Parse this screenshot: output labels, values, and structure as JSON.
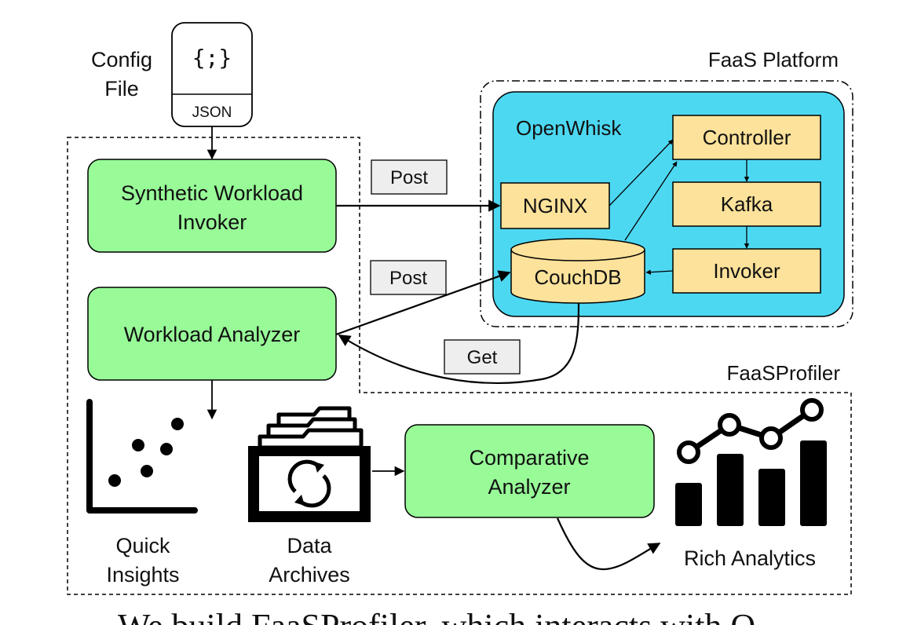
{
  "config_file": {
    "label_line1": "Config",
    "label_line2": "File",
    "icon_text": "{;}",
    "format": "JSON"
  },
  "faas_platform": {
    "label": "FaaS Platform",
    "openwhisk_label": "OpenWhisk",
    "components": {
      "nginx": "NGINX",
      "controller": "Controller",
      "kafka": "Kafka",
      "invoker": "Invoker",
      "couchdb": "CouchDB"
    }
  },
  "faasprofiler": {
    "label": "FaaSProfiler",
    "synthetic_invoker_line1": "Synthetic Workload",
    "synthetic_invoker_line2": "Invoker",
    "workload_analyzer": "Workload Analyzer",
    "comparative_line1": "Comparative",
    "comparative_line2": "Analyzer",
    "quick_insights_line1": "Quick",
    "quick_insights_line2": "Insights",
    "data_archives_line1": "Data",
    "data_archives_line2": "Archives",
    "rich_analytics": "Rich Analytics"
  },
  "edge_labels": {
    "post_1": "Post",
    "post_2": "Post",
    "get": "Get"
  },
  "colors": {
    "faasprofiler_box": "#98fb98",
    "openwhisk_bg": "#4dd8f2",
    "component_box": "#fce29a",
    "edge_label_bg": "#eeeeee"
  },
  "caption_fragment": "We build FaaSProfiler, which interacts with O"
}
